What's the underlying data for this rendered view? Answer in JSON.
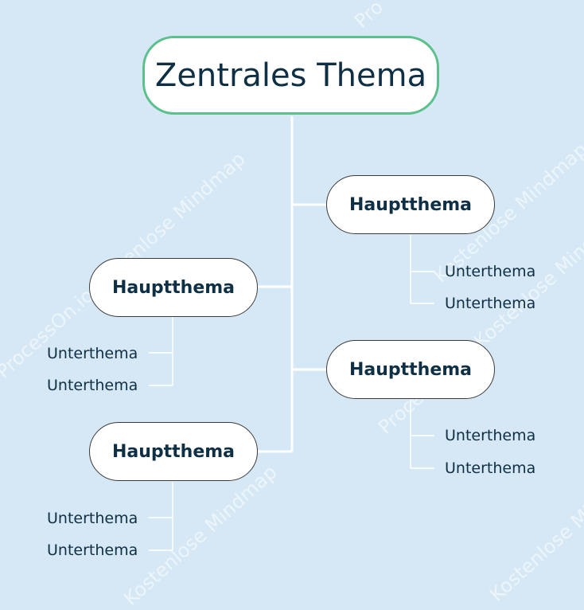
{
  "watermark": {
    "text_a": "ProcessOn.io Kostenlose Mindmap",
    "text_b": "Kostenlose Mindmap",
    "text_c": "Pro"
  },
  "root": {
    "label": "Zentrales Thema"
  },
  "branches": [
    {
      "label": "Hauptthema",
      "subtopics": [
        "Unterthema",
        "Unterthema"
      ]
    },
    {
      "label": "Hauptthema",
      "subtopics": [
        "Unterthema",
        "Unterthema"
      ]
    },
    {
      "label": "Hauptthema",
      "subtopics": [
        "Unterthema",
        "Unterthema"
      ]
    },
    {
      "label": "Hauptthema",
      "subtopics": [
        "Unterthema",
        "Unterthema"
      ]
    }
  ],
  "colors": {
    "background": "#d6e8f5",
    "root_border": "#5ac08c",
    "connector": "#ffffff",
    "text": "#0f2f45"
  }
}
